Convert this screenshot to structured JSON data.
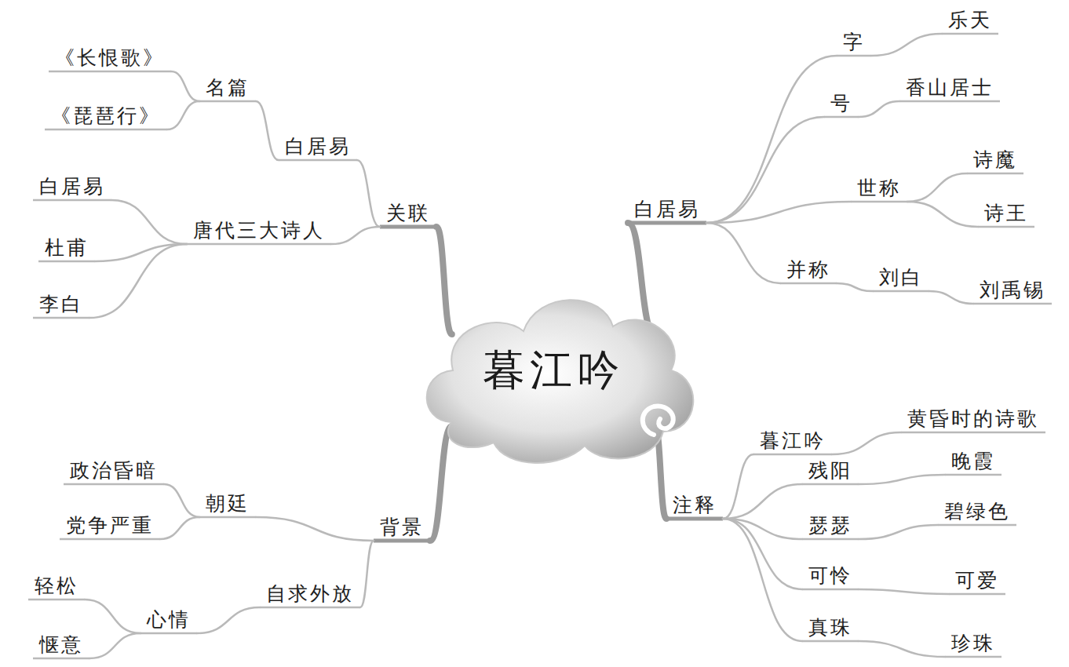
{
  "diagram": {
    "nodes": [
      {
        "text": [
          "暮江吟"
        ]
      },
      {
        "text": [
          "白居易"
        ]
      },
      {
        "text": [
          "字"
        ]
      },
      {
        "text": [
          "乐天"
        ]
      },
      {
        "text": [
          "号"
        ]
      },
      {
        "text": [
          "香山居士"
        ]
      },
      {
        "text": [
          "世称"
        ]
      },
      {
        "text": [
          "诗魔"
        ]
      },
      {
        "text": [
          "诗王"
        ]
      },
      {
        "text": [
          "并称"
        ]
      },
      {
        "text": [
          "刘白"
        ]
      },
      {
        "text": [
          "刘禹锡"
        ]
      },
      {
        "text": [
          "关联"
        ]
      },
      {
        "text": [
          "白居易"
        ]
      },
      {
        "text": [
          "名篇"
        ]
      },
      {
        "text": [
          "《长恨歌》"
        ]
      },
      {
        "text": [
          "《琵琶行》"
        ]
      },
      {
        "text": [
          "唐代三大诗人"
        ]
      },
      {
        "text": [
          "白居易"
        ]
      },
      {
        "text": [
          "杜甫"
        ]
      },
      {
        "text": [
          "李白"
        ]
      },
      {
        "text": [
          "背景"
        ]
      },
      {
        "text": [
          "朝廷"
        ]
      },
      {
        "text": [
          "政治昏暗"
        ]
      },
      {
        "text": [
          "党争严重"
        ]
      },
      {
        "text": [
          "自求外放"
        ]
      },
      {
        "text": [
          "心情"
        ]
      },
      {
        "text": [
          "轻松"
        ]
      },
      {
        "text": [
          "惬意"
        ]
      },
      {
        "text": [
          "注释"
        ]
      },
      {
        "text": [
          "暮江吟"
        ]
      },
      {
        "text": [
          "黄昏时的诗歌"
        ]
      },
      {
        "text": [
          "残阳"
        ]
      },
      {
        "text": [
          "晚霞"
        ]
      },
      {
        "text": [
          "瑟瑟"
        ]
      },
      {
        "text": [
          "碧绿色"
        ]
      },
      {
        "text": [
          "可怜"
        ]
      },
      {
        "text": [
          "可爱"
        ]
      },
      {
        "text": [
          "真珠"
        ]
      },
      {
        "text": [
          "珍珠"
        ]
      }
    ],
    "edges": [
      {
        "from": 0,
        "to": 1,
        "arrow": "none"
      },
      {
        "from": 1,
        "to": 2,
        "arrow": "none"
      },
      {
        "from": 2,
        "to": 3,
        "arrow": "none"
      },
      {
        "from": 1,
        "to": 4,
        "arrow": "none"
      },
      {
        "from": 4,
        "to": 5,
        "arrow": "none"
      },
      {
        "from": 1,
        "to": 6,
        "arrow": "none"
      },
      {
        "from": 6,
        "to": 7,
        "arrow": "none"
      },
      {
        "from": 6,
        "to": 8,
        "arrow": "none"
      },
      {
        "from": 1,
        "to": 9,
        "arrow": "none"
      },
      {
        "from": 9,
        "to": 10,
        "arrow": "none"
      },
      {
        "from": 10,
        "to": 11,
        "arrow": "none"
      },
      {
        "from": 0,
        "to": 12,
        "arrow": "none"
      },
      {
        "from": 12,
        "to": 13,
        "arrow": "none"
      },
      {
        "from": 13,
        "to": 14,
        "arrow": "none"
      },
      {
        "from": 14,
        "to": 15,
        "arrow": "none"
      },
      {
        "from": 14,
        "to": 16,
        "arrow": "none"
      },
      {
        "from": 12,
        "to": 17,
        "arrow": "none"
      },
      {
        "from": 17,
        "to": 18,
        "arrow": "none"
      },
      {
        "from": 17,
        "to": 19,
        "arrow": "none"
      },
      {
        "from": 17,
        "to": 20,
        "arrow": "none"
      },
      {
        "from": 0,
        "to": 21,
        "arrow": "none"
      },
      {
        "from": 21,
        "to": 22,
        "arrow": "none"
      },
      {
        "from": 22,
        "to": 23,
        "arrow": "none"
      },
      {
        "from": 22,
        "to": 24,
        "arrow": "none"
      },
      {
        "from": 21,
        "to": 25,
        "arrow": "none"
      },
      {
        "from": 25,
        "to": 26,
        "arrow": "none"
      },
      {
        "from": 26,
        "to": 27,
        "arrow": "none"
      },
      {
        "from": 26,
        "to": 28,
        "arrow": "none"
      },
      {
        "from": 0,
        "to": 29,
        "arrow": "none"
      },
      {
        "from": 29,
        "to": 30,
        "arrow": "none"
      },
      {
        "from": 30,
        "to": 31,
        "arrow": "none"
      },
      {
        "from": 29,
        "to": 32,
        "arrow": "none"
      },
      {
        "from": 32,
        "to": 33,
        "arrow": "none"
      },
      {
        "from": 29,
        "to": 34,
        "arrow": "none"
      },
      {
        "from": 34,
        "to": 35,
        "arrow": "none"
      },
      {
        "from": 29,
        "to": 36,
        "arrow": "none"
      },
      {
        "from": 36,
        "to": 37,
        "arrow": "none"
      },
      {
        "from": 29,
        "to": 38,
        "arrow": "none"
      },
      {
        "from": 38,
        "to": 39,
        "arrow": "none"
      }
    ]
  }
}
